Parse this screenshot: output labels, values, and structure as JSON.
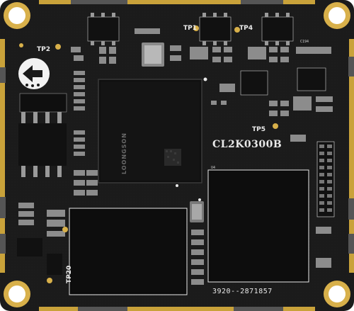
{
  "labels": {
    "tp1": "TP1",
    "tp2": "TP2",
    "tp4": "TP4",
    "tp5": "TP5",
    "tp20": "TP20",
    "board_id": "CL2K0300B",
    "serial": "3920--2871857",
    "soc_brand": "LOONGSON",
    "u4": "U4",
    "c194": "C194"
  },
  "colors": {
    "pcb": "#1a1a1a",
    "gold_edge": "#c9a23a",
    "gold_pad": "#d8b04a",
    "silkscreen": "#e9e9e9",
    "chip_body": "#0d0d0d"
  },
  "icons": {
    "arrow_marker": "left-arrow-icon"
  }
}
